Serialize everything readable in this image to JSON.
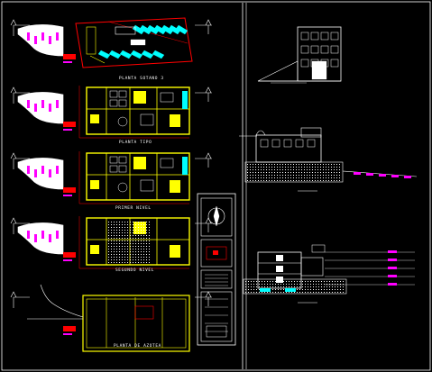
{
  "sheet": {
    "colors": {
      "background": "#000000",
      "frame": "#ffffff",
      "wall_yellow": "#ffff00",
      "outline_red": "#ff0000",
      "furniture_cyan": "#00ffff",
      "accent_magenta": "#ff00ff",
      "detail_white": "#ffffff"
    }
  },
  "plans": [
    {
      "id": "plan-1",
      "label": "PLANTA SOTANO 3",
      "style": "roof"
    },
    {
      "id": "plan-2",
      "label": "PLANTA TIPO",
      "style": "furnished"
    },
    {
      "id": "plan-3",
      "label": "PRIMER NIVEL",
      "style": "furnished"
    },
    {
      "id": "plan-4",
      "label": "SEGUNDO NIVEL",
      "style": "hatched"
    },
    {
      "id": "plan-5",
      "label": "PLANTA DE AZOTEA",
      "style": "roofplan"
    }
  ],
  "sections": [
    {
      "id": "elevation-top",
      "label": ""
    },
    {
      "id": "elevation-middle",
      "label": ""
    },
    {
      "id": "section-bottom",
      "label": ""
    }
  ],
  "legend_panel": {
    "title": ""
  }
}
